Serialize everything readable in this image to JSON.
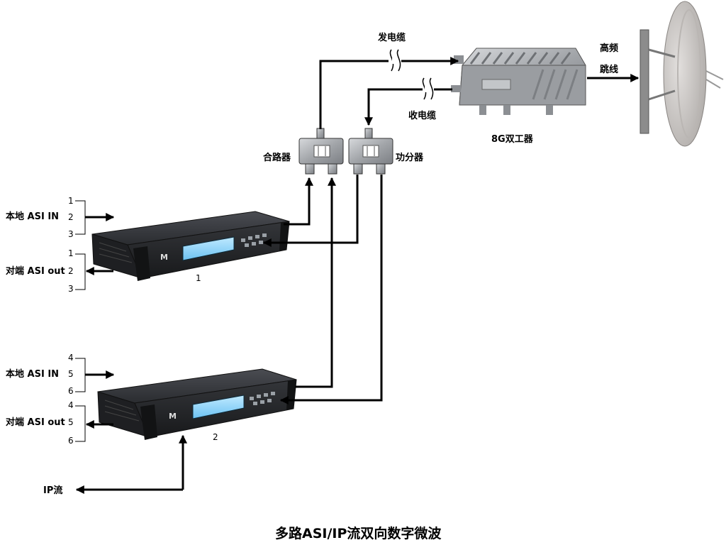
{
  "title": "多路ASI/IP流双向数字微波",
  "labels": {
    "tx_cable": "发电缆",
    "rx_cable": "收电缆",
    "combiner": "合路器",
    "splitter": "功分器",
    "diplexer": "8G双工器",
    "rf_jump_line1": "高频",
    "rf_jump_line2": "跳线",
    "ip_stream": "IP流"
  },
  "device1": {
    "number": "1",
    "local_in": "本地 ASI IN",
    "remote_out": "对端 ASI out",
    "in_ports": [
      "1",
      "2",
      "3"
    ],
    "out_ports": [
      "1",
      "2",
      "3"
    ]
  },
  "device2": {
    "number": "2",
    "local_in": "本地 ASI IN",
    "remote_out": "对端 ASI out",
    "in_ports": [
      "4",
      "5",
      "6"
    ],
    "out_ports": [
      "4",
      "5",
      "6"
    ]
  },
  "icons": [
    "rack-unit-icon",
    "splitter-icon",
    "diplexer-icon",
    "dish-antenna-icon",
    "cable-break-icon"
  ],
  "colors": {
    "wire": "#000000",
    "rack_body": "#2b2d31",
    "display": "#8fd3ff",
    "diplexer": "#a7aaad",
    "dish": "#c9c6c4"
  }
}
